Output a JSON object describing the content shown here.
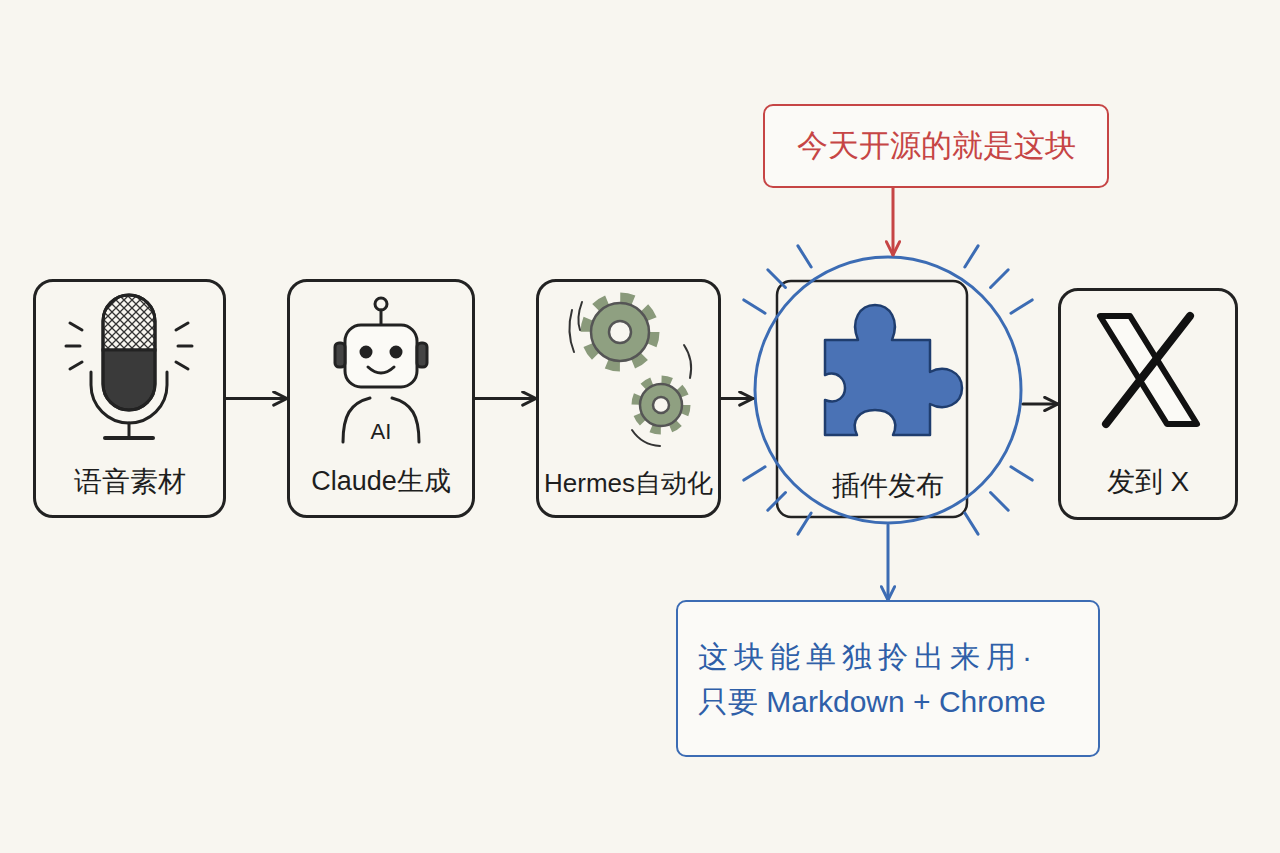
{
  "diagram": {
    "nodes": [
      {
        "text": [
          "今天开源的就是这块"
        ]
      },
      {
        "text": [
          "语音素材"
        ]
      },
      {
        "text": [
          "AI",
          "Claude生成"
        ]
      },
      {
        "text": [
          "Hermes自动化"
        ]
      },
      {
        "text": [
          "插件发布"
        ]
      },
      {
        "text": [
          "发到 X"
        ]
      },
      {
        "text": [
          "这块能单独拎出来用· 只要 Markdown + Chrome"
        ]
      }
    ],
    "edges": [
      {
        "from": 1,
        "to": 2,
        "arrow": "to"
      },
      {
        "from": 2,
        "to": 3,
        "arrow": "to"
      },
      {
        "from": 3,
        "to": 4,
        "arrow": "to"
      },
      {
        "from": 4,
        "to": 5,
        "arrow": "to"
      },
      {
        "from": 0,
        "to": 4,
        "arrow": "to"
      },
      {
        "from": 4,
        "to": 6,
        "arrow": "to"
      }
    ]
  }
}
